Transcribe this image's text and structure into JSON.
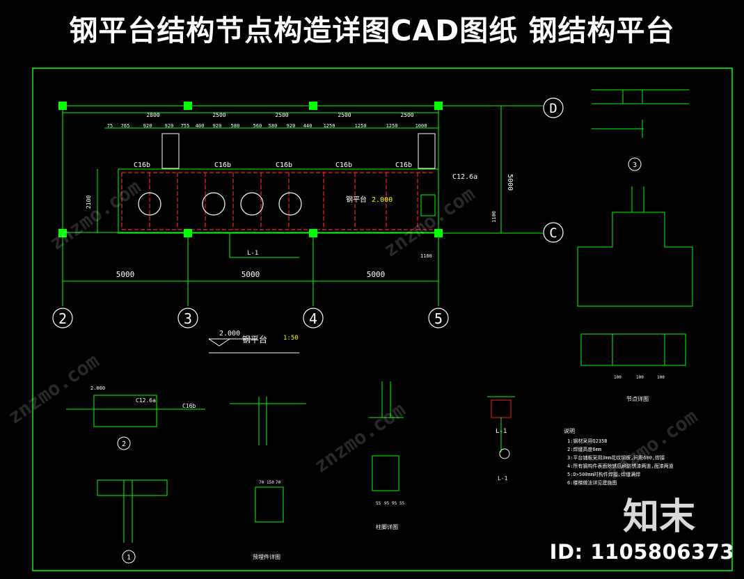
{
  "header": {
    "title": "钢平台结构节点构造详图CAD图纸  钢结构平台"
  },
  "plan": {
    "grid_axes": [
      "2",
      "3",
      "4",
      "5"
    ],
    "row_axes": [
      "D",
      "C"
    ],
    "span_labels": [
      "5000",
      "5000",
      "5000"
    ],
    "height_label": "5000",
    "top_dims": [
      "2800",
      "2500",
      "2500",
      "2500",
      "2500"
    ],
    "sub_dims": [
      "75",
      "765",
      "920",
      "920",
      "755",
      "400",
      "920",
      "580",
      "560",
      "580",
      "920",
      "440",
      "1250",
      "1250",
      "1250",
      "1000"
    ],
    "beam_labels": [
      "C16b",
      "C16b",
      "C16b",
      "C16b",
      "C16b"
    ],
    "side_beam": "C12.6a",
    "platform_label": "钢平台",
    "elevation": "2.000",
    "section_mark": "L-1",
    "left_dim": "2100",
    "right_dims": [
      "1100",
      "1100"
    ]
  },
  "plan_caption": {
    "elevation": "2.000",
    "name": "钢平台",
    "scale": "1:50"
  },
  "details": {
    "circle_2": "2",
    "circle_1": "1",
    "circle_3": "3",
    "beam_c16b": "C16b",
    "beam_c12": "C12.6a",
    "label_l1": "L-1",
    "elev_2000": "2.000",
    "dims_small": [
      "70",
      "150",
      "70",
      "55",
      "95",
      "95",
      "55",
      "100",
      "100",
      "100"
    ],
    "caption_connection": "节点详图",
    "caption_base": "柱脚详图",
    "caption_embed": "预埋件详图",
    "caption_section": "L-1"
  },
  "notes": {
    "title": "说明",
    "lines": [
      "1:钢材采用Q235B",
      "2:焊缝高度6mm",
      "3:平台铺板采用3mm花纹钢板,间距600,焊接",
      "4:所有钢构件表面除锈后刷防锈漆两道,面漆两道",
      "5:D>500mm时构件焊接,焊缝满焊",
      "6:楼梯做法详见建施图"
    ]
  },
  "watermark": {
    "text": "znzmo.com"
  },
  "brand": {
    "name": "知末",
    "id_label": "ID: 1105806373"
  },
  "colors": {
    "cad_green": "#00ff00",
    "cad_red": "#ff2020",
    "cad_white": "#ffffff",
    "cad_yellow": "#ffff00",
    "background": "#000000"
  }
}
